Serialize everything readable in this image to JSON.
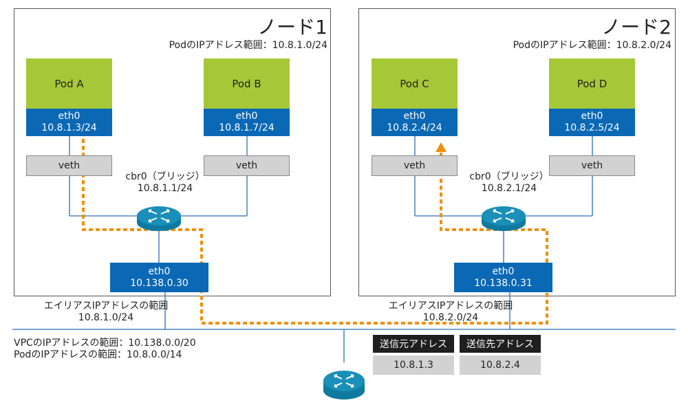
{
  "nodes": [
    {
      "title": "ノード1",
      "pod_range": "PodのIPアドレス範囲：10.8.1.0/24",
      "pods": [
        {
          "name": "Pod A",
          "eth_label": "eth0",
          "eth_ip": "10.8.1.3/24",
          "veth": "veth"
        },
        {
          "name": "Pod B",
          "eth_label": "eth0",
          "eth_ip": "10.8.1.7/24",
          "veth": "veth"
        }
      ],
      "bridge_name": "cbr0（ブリッジ）",
      "bridge_ip": "10.8.1.1/24",
      "eth_label": "eth0",
      "eth_ip": "10.138.0.30",
      "alias_label": "エイリアスIPアドレスの範囲",
      "alias_range": "10.8.1.0/24"
    },
    {
      "title": "ノード2",
      "pod_range": "PodのIPアドレス範囲：10.8.2.0/24",
      "pods": [
        {
          "name": "Pod C",
          "eth_label": "eth0",
          "eth_ip": "10.8.2.4/24",
          "veth": "veth"
        },
        {
          "name": "Pod D",
          "eth_label": "eth0",
          "eth_ip": "10.8.2.5/24",
          "veth": "veth"
        }
      ],
      "bridge_name": "cbr0（ブリッジ）",
      "bridge_ip": "10.8.2.1/24",
      "eth_label": "eth0",
      "eth_ip": "10.138.0.31",
      "alias_label": "エイリアスIPアドレスの範囲",
      "alias_range": "10.8.2.0/24"
    }
  ],
  "vpc": {
    "vpc_range": "VPCのIPアドレスの範囲：10.138.0.0/20",
    "pod_range": "PodのIPアドレスの範囲：10.8.0.0/14"
  },
  "packet": {
    "src_label": "送信元アドレス",
    "dst_label": "送信先アドレス",
    "src_value": "10.8.1.3",
    "dst_value": "10.8.2.4"
  },
  "colors": {
    "pod": "#a6c838",
    "eth": "#0a68b4",
    "veth": "#d2d2d2",
    "wire": "#2a6db3",
    "path": "#f0900c",
    "router": "#1a8fb8"
  },
  "icons": [
    "router-icon",
    "arrow-head-icon"
  ]
}
